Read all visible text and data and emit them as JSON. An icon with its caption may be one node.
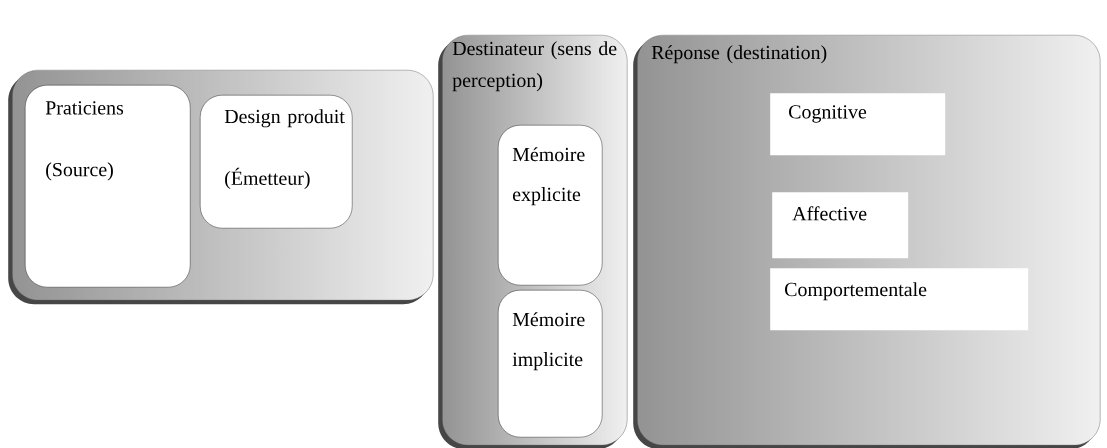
{
  "diagram": {
    "nodes": [
      {
        "text": [],
        "shape": "box"
      },
      {
        "text": [
          "Praticiens (Source)"
        ],
        "in": 0
      },
      {
        "text": [
          "Design produit (Émetteur)"
        ],
        "in": 0
      },
      {
        "text": [
          "Destinateur (sens de perception)"
        ]
      },
      {
        "text": [
          "Mémoire explicite"
        ],
        "in": 3
      },
      {
        "text": [
          "Mémoire implicite"
        ],
        "in": 3
      },
      {
        "text": [
          "Réponse (destination)"
        ]
      },
      {
        "text": [
          "Cognitive"
        ],
        "in": 6
      },
      {
        "text": [
          "Affective"
        ],
        "in": 6
      },
      {
        "text": [
          "Comportementale"
        ],
        "in": 6
      }
    ]
  }
}
